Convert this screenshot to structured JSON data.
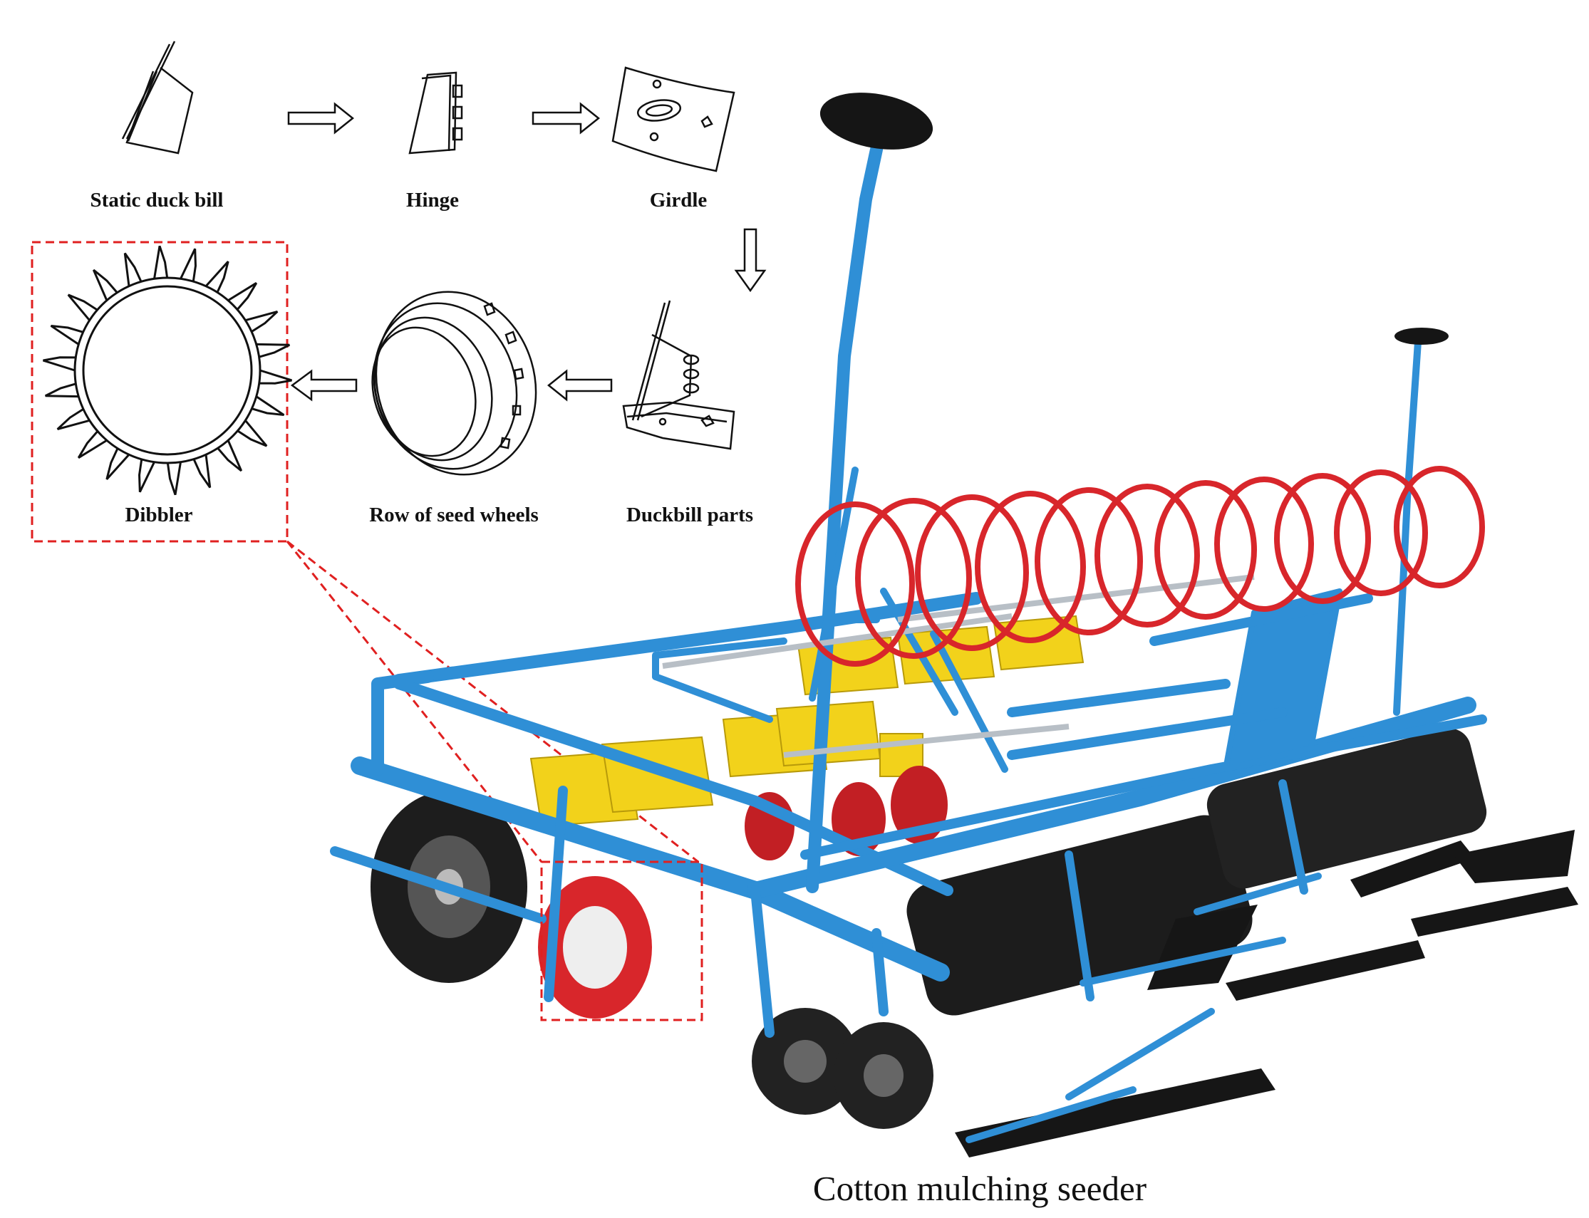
{
  "figure": {
    "labels": {
      "static_duck_bill": "Static duck bill",
      "hinge": "Hinge",
      "girdle": "Girdle",
      "duckbill_parts": "Duckbill parts",
      "row_of_seed_wheels": "Row of seed wheels",
      "dibbler": "Dibbler"
    },
    "caption": "Cotton mulching seeder",
    "colors": {
      "frame_blue": "#2f8fd6",
      "frame_blue_dark": "#1e6fb0",
      "hopper_yellow": "#f2d21b",
      "press_wheel_red": "#d8262b",
      "roller_black": "#1c1c1c",
      "highlight_dash_red": "#e02020",
      "line_art": "#111111"
    }
  }
}
